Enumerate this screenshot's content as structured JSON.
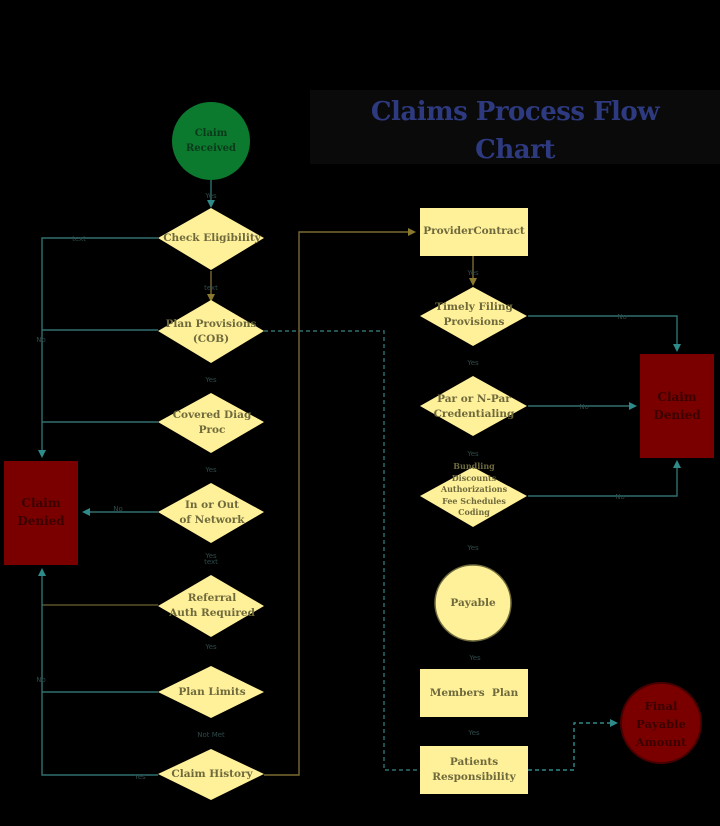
{
  "title": "Claims Process Flow Chart",
  "title_lines": [
    "Claims Process Flow",
    "Chart"
  ],
  "colors": {
    "background": "#000000",
    "title": "#2e3a7f",
    "decision_fill": "#fff09a",
    "process_fill": "#fff09a",
    "start_fill": "#0b7a2e",
    "denied_fill": "#7a0000",
    "teal_connector": "#2f6f6f",
    "olive_connector": "#7a6a30"
  },
  "nodes": {
    "claim_received": {
      "label": "Claim\nReceived",
      "shape": "circle"
    },
    "check_eligibility": {
      "label": "Check Eligibility",
      "shape": "diamond"
    },
    "plan_provisions": {
      "label": "Plan Provisions\n(COB)",
      "shape": "diamond"
    },
    "covered_diag": {
      "label": "Covered Diag\nProc",
      "shape": "diamond"
    },
    "in_out_network": {
      "label": "In or Out\nof Network",
      "shape": "diamond"
    },
    "referral_auth": {
      "label": "Referral\nAuth Required",
      "shape": "diamond"
    },
    "plan_limits": {
      "label": "Plan Limits",
      "shape": "diamond"
    },
    "claim_history": {
      "label": "Claim History",
      "shape": "diamond"
    },
    "claim_denied_left": {
      "label": "Claim\nDenied",
      "shape": "rect"
    },
    "provider_contract": {
      "label": "ProviderContract",
      "shape": "rect"
    },
    "timely_filing": {
      "label": "Timely Filing\nProvisions",
      "shape": "diamond"
    },
    "par_npar": {
      "label": "Par or N-Par\nCredentialing",
      "shape": "diamond"
    },
    "bundling": {
      "label": "Bundling\nDiscounts\nAuthorizations\nFee Schedules\nCoding",
      "shape": "diamond"
    },
    "payable": {
      "label": "Payable",
      "shape": "circle"
    },
    "members_plan": {
      "label": "Members  Plan",
      "shape": "rect"
    },
    "patients_responsibility": {
      "label": "Patients\nResponsibility",
      "shape": "rect"
    },
    "claim_denied_right": {
      "label": "Claim\nDenied",
      "shape": "rect"
    },
    "final_payable": {
      "label": "Final\nPayable\nAmount",
      "shape": "circle"
    }
  },
  "edge_labels": {
    "received_to_eligibility": "Yes",
    "eligibility_to_provisions": "text",
    "eligibility_no_loop": "text",
    "provisions_left_no": "No",
    "provisions_to_covered": "Yes",
    "covered_to_network": "Yes",
    "network_no": "No",
    "network_to_referral_yes": "Yes",
    "network_to_referral_text": "text",
    "referral_to_limits": "Yes",
    "limits_left_no": "No",
    "limits_to_history": "Not Met",
    "history_yes": "Yes",
    "contract_to_timely": "Yes",
    "timely_no": "No",
    "timely_to_par": "Yes",
    "par_no": "No",
    "par_to_bundling": "Yes",
    "bundling_no": "No",
    "bundling_to_payable": "Yes",
    "payable_to_members": "Yes",
    "members_to_patients": "Yes"
  }
}
